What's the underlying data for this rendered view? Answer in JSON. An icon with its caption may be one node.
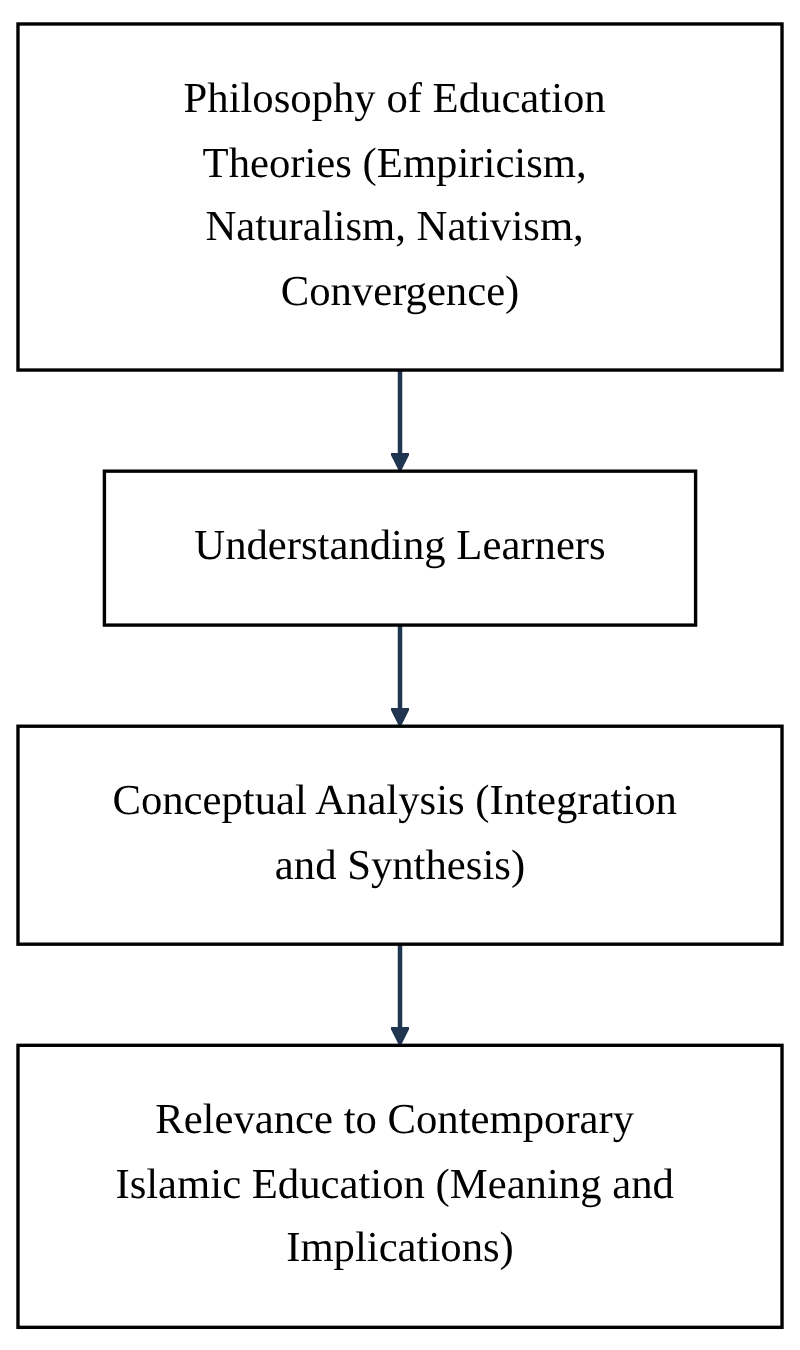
{
  "diagram": {
    "nodes": [
      {
        "text": [
          "Philosophy of Education Theories (Empiricism, Naturalism, Nativism, Convergence)"
        ]
      },
      {
        "text": [
          "Understanding Learners"
        ]
      },
      {
        "text": [
          "Conceptual Analysis (Integration and Synthesis)"
        ]
      },
      {
        "text": [
          "Relevance to Contemporary Islamic Education (Meaning and Implications)"
        ]
      }
    ],
    "edges": [
      {
        "from": 0,
        "to": 1,
        "arrow": "to"
      },
      {
        "from": 1,
        "to": 2,
        "arrow": "to"
      },
      {
        "from": 2,
        "to": 3,
        "arrow": "to"
      }
    ]
  }
}
